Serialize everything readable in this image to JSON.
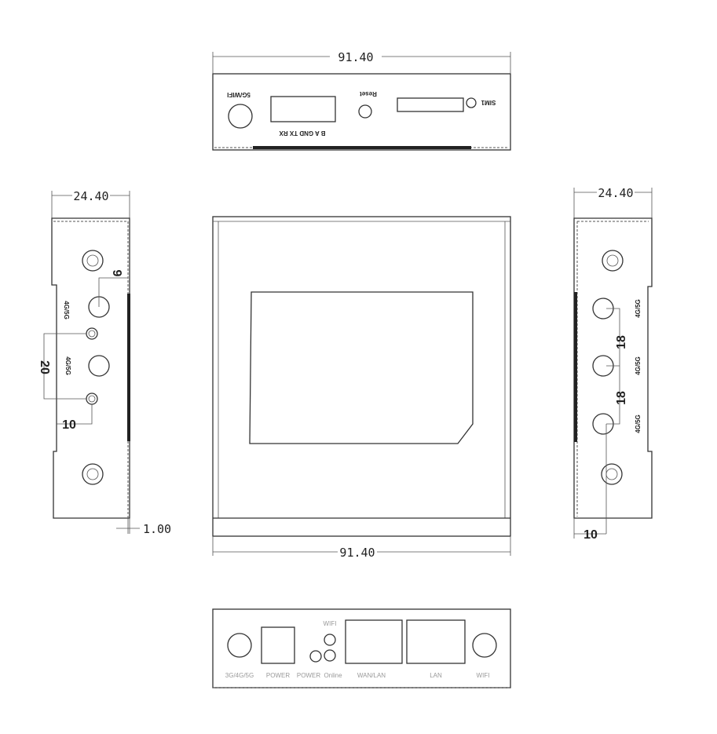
{
  "dimensions": {
    "top_width": "91.40",
    "bottom_width": "91.40",
    "left_depth": "24.40",
    "right_depth": "24.40",
    "left_offset_9": "9",
    "left_spacing_20": "20",
    "left_offset_10": "10",
    "left_thickness": "1.00",
    "right_spacing_a": "18",
    "right_spacing_b": "18",
    "right_offset_10": "10"
  },
  "top_view": {
    "antenna_label": "5G/WIFI",
    "serial_label": "B  A GND TX RX",
    "reset_label": "Reset",
    "sim_label": "SIM1"
  },
  "left_view": {
    "antenna_1": "4G/5G",
    "antenna_2": "4G/5G"
  },
  "right_view": {
    "antenna_1": "4G/5G",
    "antenna_2": "4G/5G",
    "antenna_3": "4G/5G"
  },
  "bottom_view": {
    "labels": [
      "3G/4G/5G",
      "POWER",
      "POWER",
      "Online",
      "WAN/LAN",
      "LAN",
      "WIFI"
    ],
    "wifi_led_label": "WIFI"
  }
}
